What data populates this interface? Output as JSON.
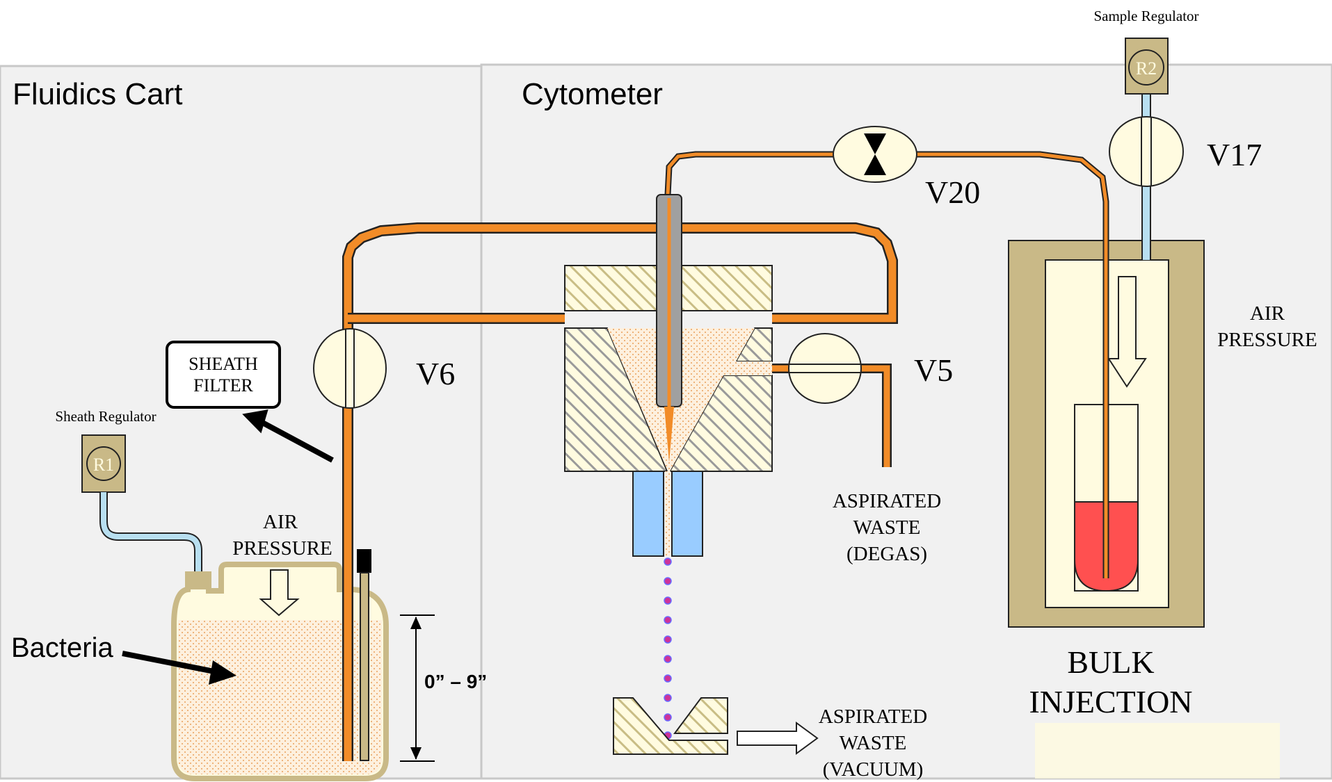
{
  "panels": {
    "fluidics_cart": "Fluidics Cart",
    "cytometer": "Cytometer"
  },
  "regulators": {
    "sample_label": "Sample Regulator",
    "sample_id": "R2",
    "sheath_label": "Sheath Regulator",
    "sheath_id": "R1"
  },
  "valves": {
    "v17": "V17",
    "v20": "V20",
    "v6": "V6",
    "v5": "V5"
  },
  "labels": {
    "sheath_filter_1": "SHEATH",
    "sheath_filter_2": "FILTER",
    "air_pressure_cart_1": "AIR",
    "air_pressure_cart_2": "PRESSURE",
    "air_pressure_bulk_1": "AIR",
    "air_pressure_bulk_2": "PRESSURE",
    "bacteria": "Bacteria",
    "height_range": "0” – 9”",
    "degas_1": "ASPIRATED",
    "degas_2": "WASTE",
    "degas_3": "(DEGAS)",
    "vacuum_1": "ASPIRATED",
    "vacuum_2": "WASTE",
    "vacuum_3": "(VACUUM)",
    "bulk_1": "BULK",
    "bulk_2": "INJECTION"
  },
  "colors": {
    "sheath_line": "#f28c28",
    "sample_air_line": "#b8dff0",
    "regulator": "#c9b987",
    "valve_fill": "#fffbe0",
    "sample_liquid": "#ff5050",
    "nozzle_tip": "#99ccff",
    "droplet": "#cc3399",
    "panel_bg": "#f1f1f1"
  }
}
